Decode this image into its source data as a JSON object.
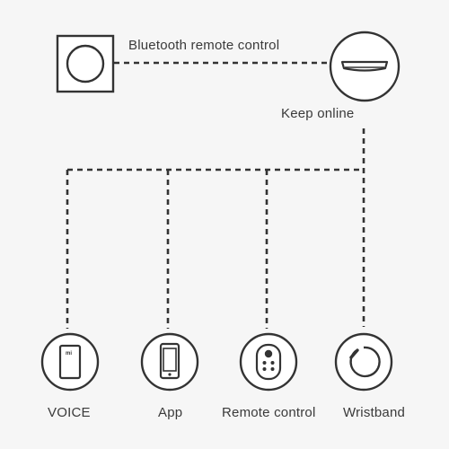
{
  "diagram": {
    "top": {
      "bluetooth_label": "Bluetooth remote control",
      "keep_online_label": "Keep online"
    },
    "devices": [
      {
        "name": "voice-device",
        "label": "VOICE",
        "icon": "xiaomi-speaker-icon"
      },
      {
        "name": "app-device",
        "label": "App",
        "icon": "smartphone-icon"
      },
      {
        "name": "remote-device",
        "label": "Remote control",
        "icon": "remote-icon"
      },
      {
        "name": "wristband-device",
        "label": "Wristband",
        "icon": "wristband-icon"
      }
    ],
    "colors": {
      "line": "#333333",
      "background": "#f6f6f6"
    }
  }
}
